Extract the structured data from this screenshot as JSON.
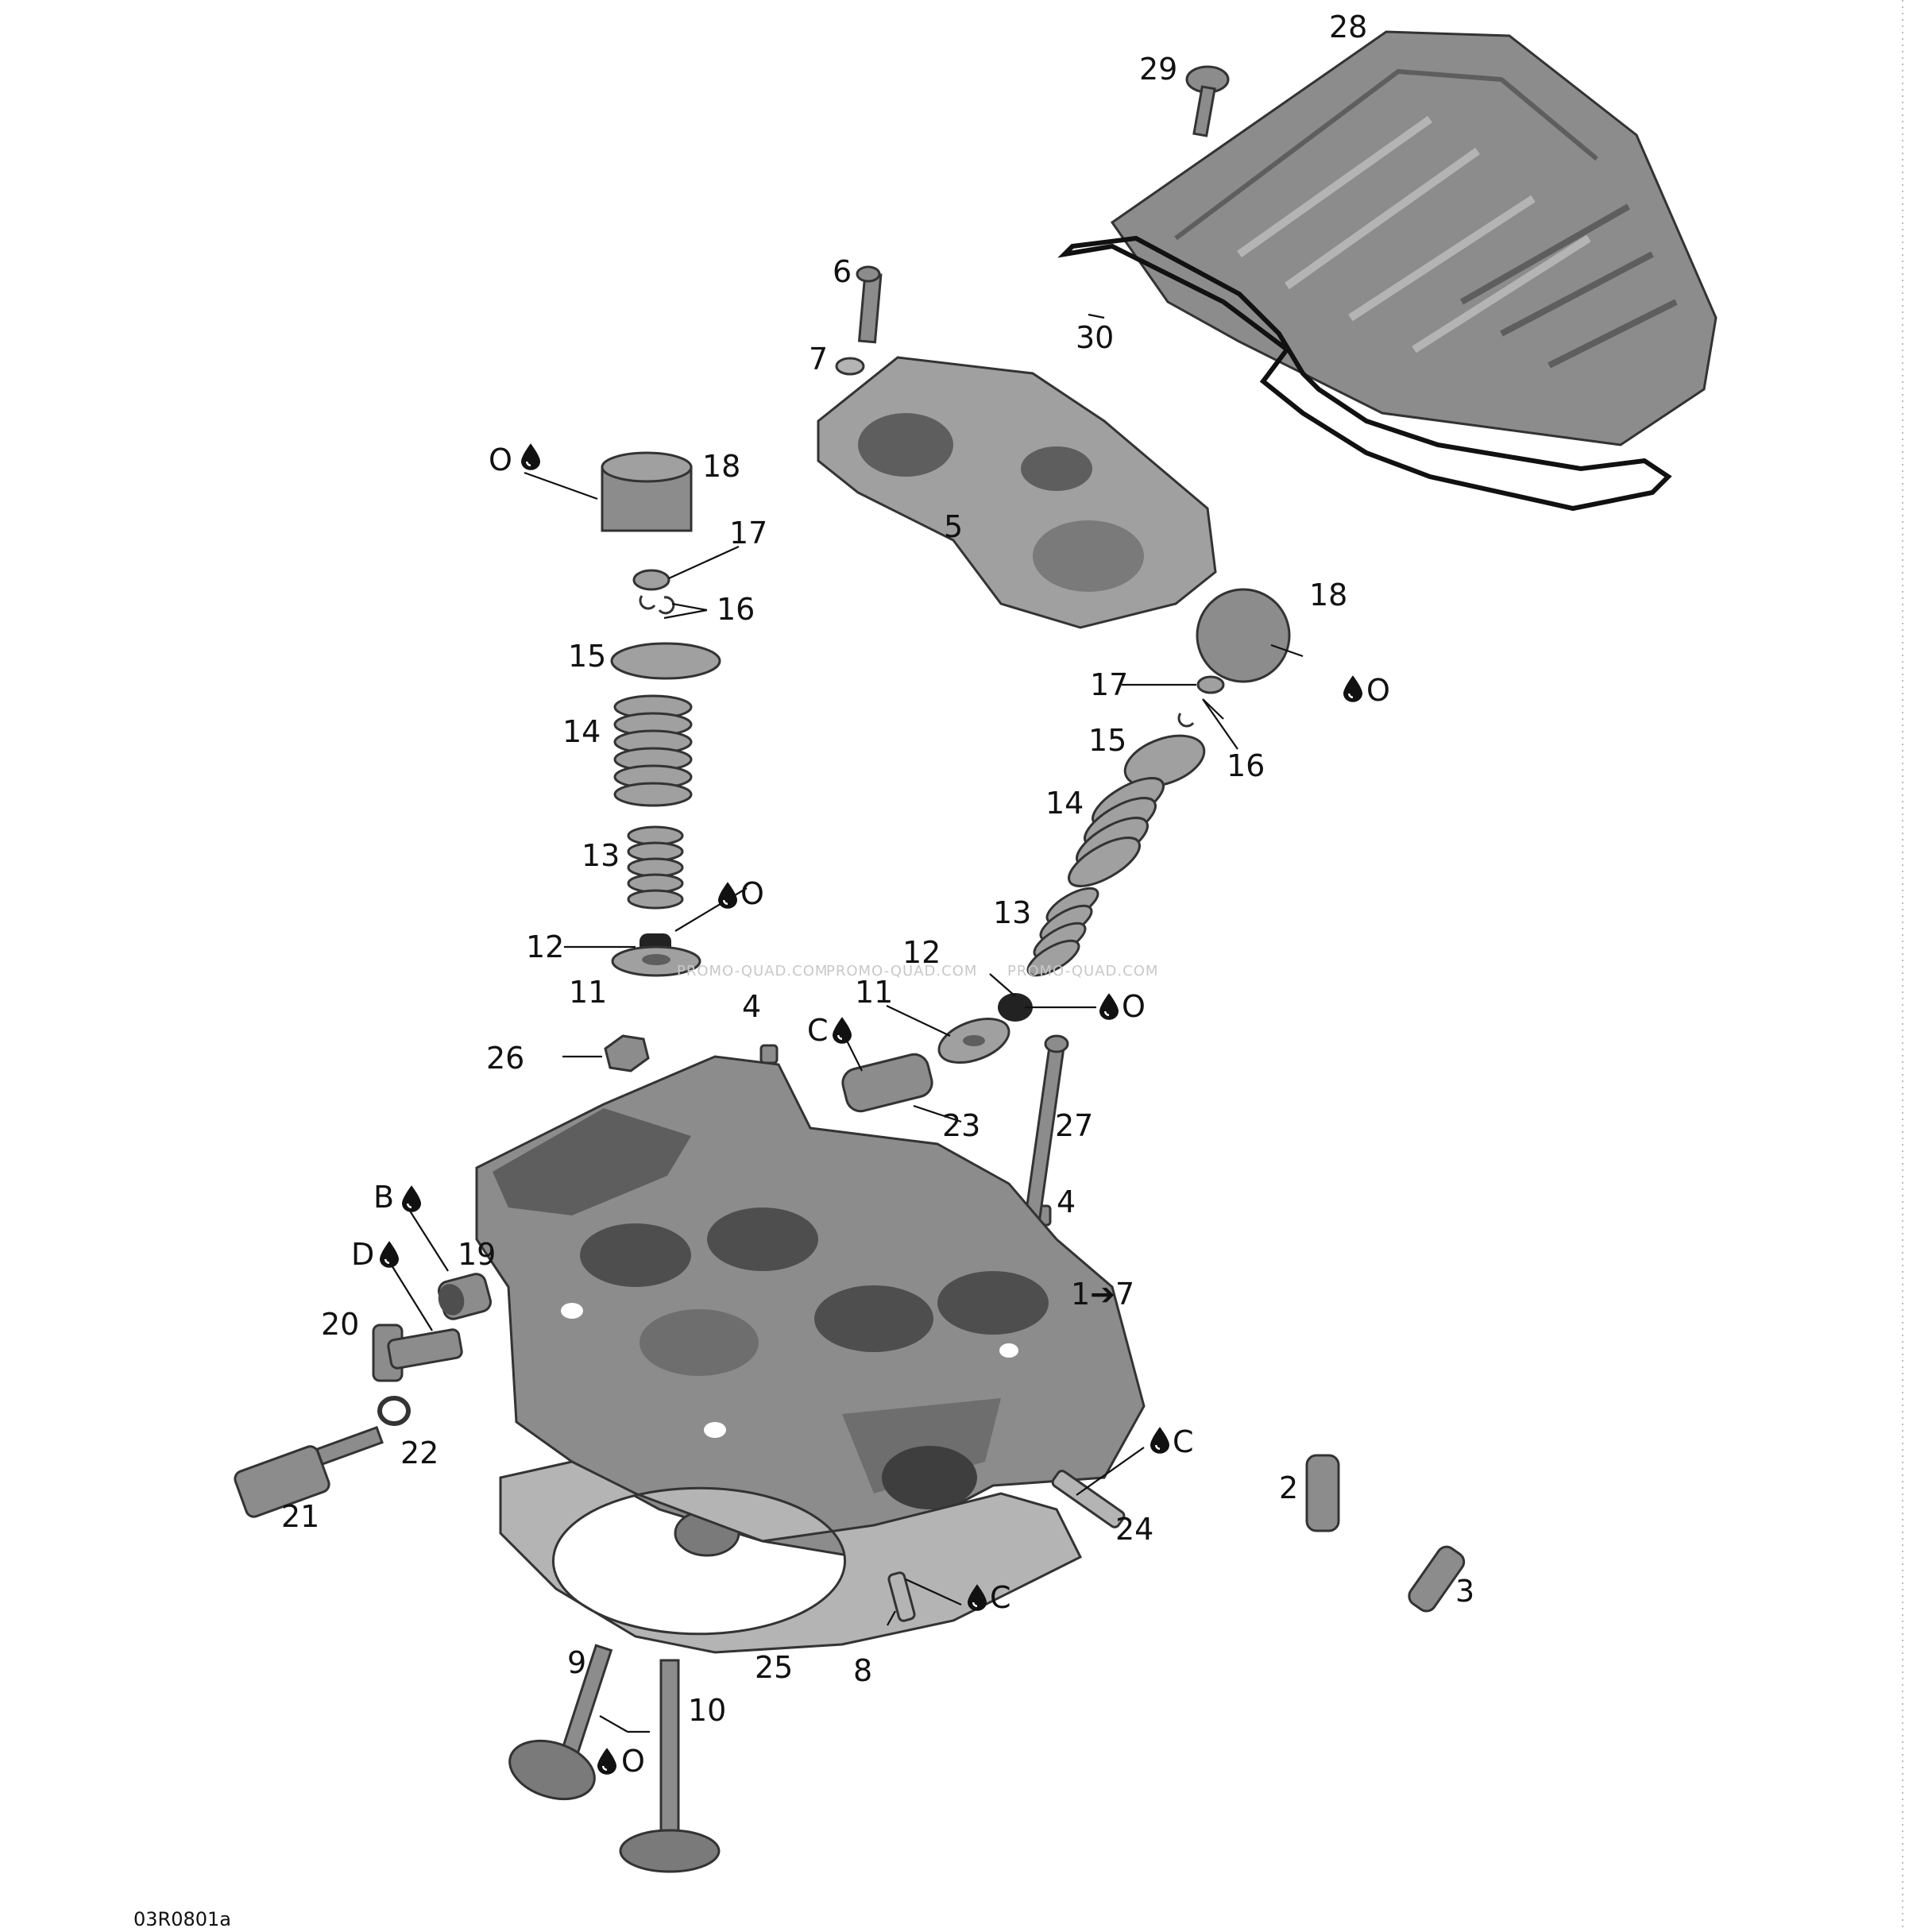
{
  "diagram": {
    "doc_code": "03R0801a",
    "watermark": "PROMO-QUAD.COM",
    "colors": {
      "part": "#8c8c8c",
      "part_dark": "#5e5e5e",
      "part_light": "#b4b4b4",
      "line": "#111111"
    },
    "labels": {
      "n1to7": "1➔7",
      "n2": "2",
      "n3": "3",
      "n4a": "4",
      "n4b": "4",
      "n5": "5",
      "n6": "6",
      "n7": "7",
      "n8": "8",
      "n9": "9",
      "n10": "10",
      "n11a": "11",
      "n11b": "11",
      "n12a": "12",
      "n12b": "12",
      "n13a": "13",
      "n13b": "13",
      "n14a": "14",
      "n14b": "14",
      "n15a": "15",
      "n15b": "15",
      "n16a": "16",
      "n16b": "16",
      "n17a": "17",
      "n17b": "17",
      "n18a": "18",
      "n18b": "18",
      "n19": "19",
      "n20": "20",
      "n21": "21",
      "n22": "22",
      "n23": "23",
      "n24": "24",
      "n25": "25",
      "n26": "26",
      "n27": "27",
      "n28": "28",
      "n29": "29",
      "n30": "30"
    },
    "lube": {
      "o_18a": "O",
      "o_18b": "O",
      "o_12a": "O",
      "o_12b": "O",
      "o_9": "O",
      "c_23": "C",
      "c_24": "C",
      "c_8": "C",
      "b_19": "B",
      "d_20": "D"
    }
  }
}
